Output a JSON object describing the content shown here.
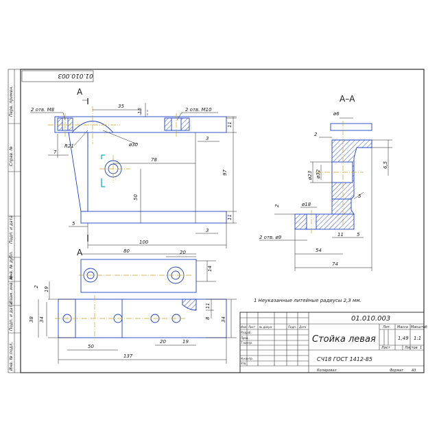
{
  "stamp_rotated": "01.010.003",
  "section_mark": "A",
  "section_title": "A–A",
  "side_column": {
    "perv_primen": "Перв. примен.",
    "sprav_no": "Справ. №",
    "podp_data_1": "Подп. и дата",
    "inv_dubl": "Инв. № дубл.",
    "vzam_inv": "Взам. инв. №",
    "podp_data_2": "Подп. и дата",
    "inv_podl": "Инв. № подл."
  },
  "dimensions": {
    "holes_m8": "2 отв. M8",
    "holes_m10": "2 отв. M10",
    "d35": "35",
    "d15": "15",
    "d11a": "11",
    "d3a": "3",
    "d7": "7",
    "r21": "R21",
    "phi30": "ø30",
    "d78": "78",
    "d97": "97",
    "d50v": "50",
    "d11b": "11",
    "d5a": "5",
    "d3b": "3",
    "d100": "100",
    "d80": "80",
    "d20a": "20",
    "d14": "14",
    "d19a": "19",
    "d2a": "2",
    "d38": "38",
    "d34a": "34",
    "d11c": "11",
    "d8": "8",
    "d34b": "34",
    "d50h": "50",
    "d20b": "20",
    "d19b": "19",
    "d137": "137",
    "phi6": "ø6",
    "d2b": "2",
    "phi23": "ø23",
    "phi32": "ø32",
    "d65": "6,5",
    "d2c": "2",
    "phi18": "ø18",
    "d5b": "5",
    "holes_phi9": "2 отв. ø9",
    "d11d": "11",
    "d5c": "5",
    "d54": "54",
    "d74": "74"
  },
  "note": "1 Неуказанные литейные радиусы 2,3 мм.",
  "title_block": {
    "doc_number": "01.010.003",
    "part_name": "Стойка левая",
    "material": "СЧ18 ГОСТ 1412-85",
    "lit_header": "Лит.",
    "mass_header": "Масса",
    "scale_header": "Масштаб",
    "mass": "1,49",
    "scale": "1:1",
    "sheet_label": "Лист",
    "sheets_label": "Листов",
    "sheets_count": "1",
    "col_izm": "Изм.",
    "col_list": "Лист",
    "col_doc": "№ докум.",
    "col_podp": "Подп.",
    "col_data": "Дата",
    "row_razrab": "Разраб.",
    "row_prov": "Пров.",
    "row_tkontr": "Т.контр.",
    "row_nkontr": "Н.контр.",
    "row_utv": "Утв.",
    "copied": "Копировал",
    "format_label": "Формат",
    "format_value": "А3"
  }
}
